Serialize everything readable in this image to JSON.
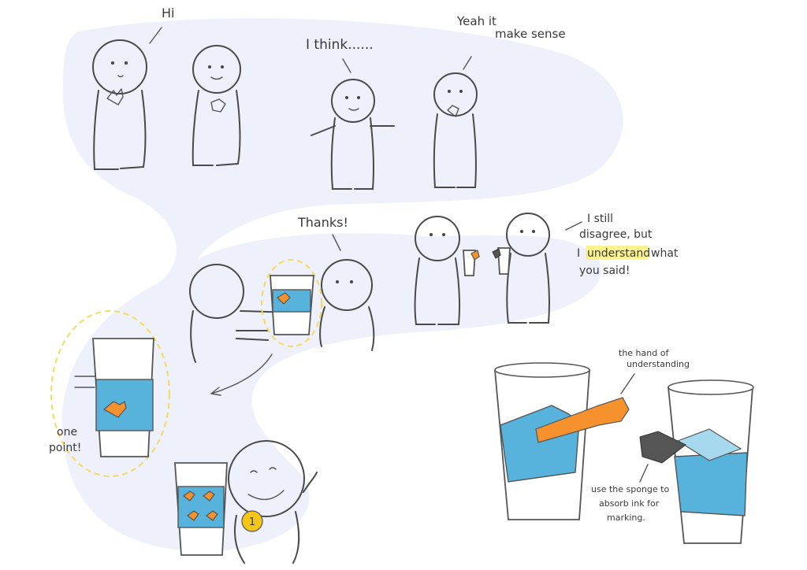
{
  "texts": {
    "hi": "Hi",
    "i_think": "I think......",
    "yeah_line1": "Yeah it",
    "yeah_line2": "make sense",
    "thanks": "Thanks!",
    "disagree_line1": "I still",
    "disagree_line2": "disagree, but",
    "disagree_line3_pre": "I",
    "disagree_line3_hl": "understand",
    "disagree_line3_post": "what",
    "disagree_line4": "you said!",
    "one_point_line1": "one",
    "one_point_line2": "point!",
    "hand_label_line1": "the hand of",
    "hand_label_line2": "understanding",
    "sponge_line1": "use the sponge to",
    "sponge_line2": "absorb ink for",
    "sponge_line3": "marking.",
    "coin": "1"
  },
  "colors": {
    "path_band": "#eef0fb",
    "sleeve_blue": "#57b3dc",
    "hand_orange": "#f5922e",
    "glove_dark": "#555555",
    "highlight_yellow": "#fff06a",
    "dash_yellow": "#f2dc5d",
    "coin_gold": "#f5c518"
  }
}
